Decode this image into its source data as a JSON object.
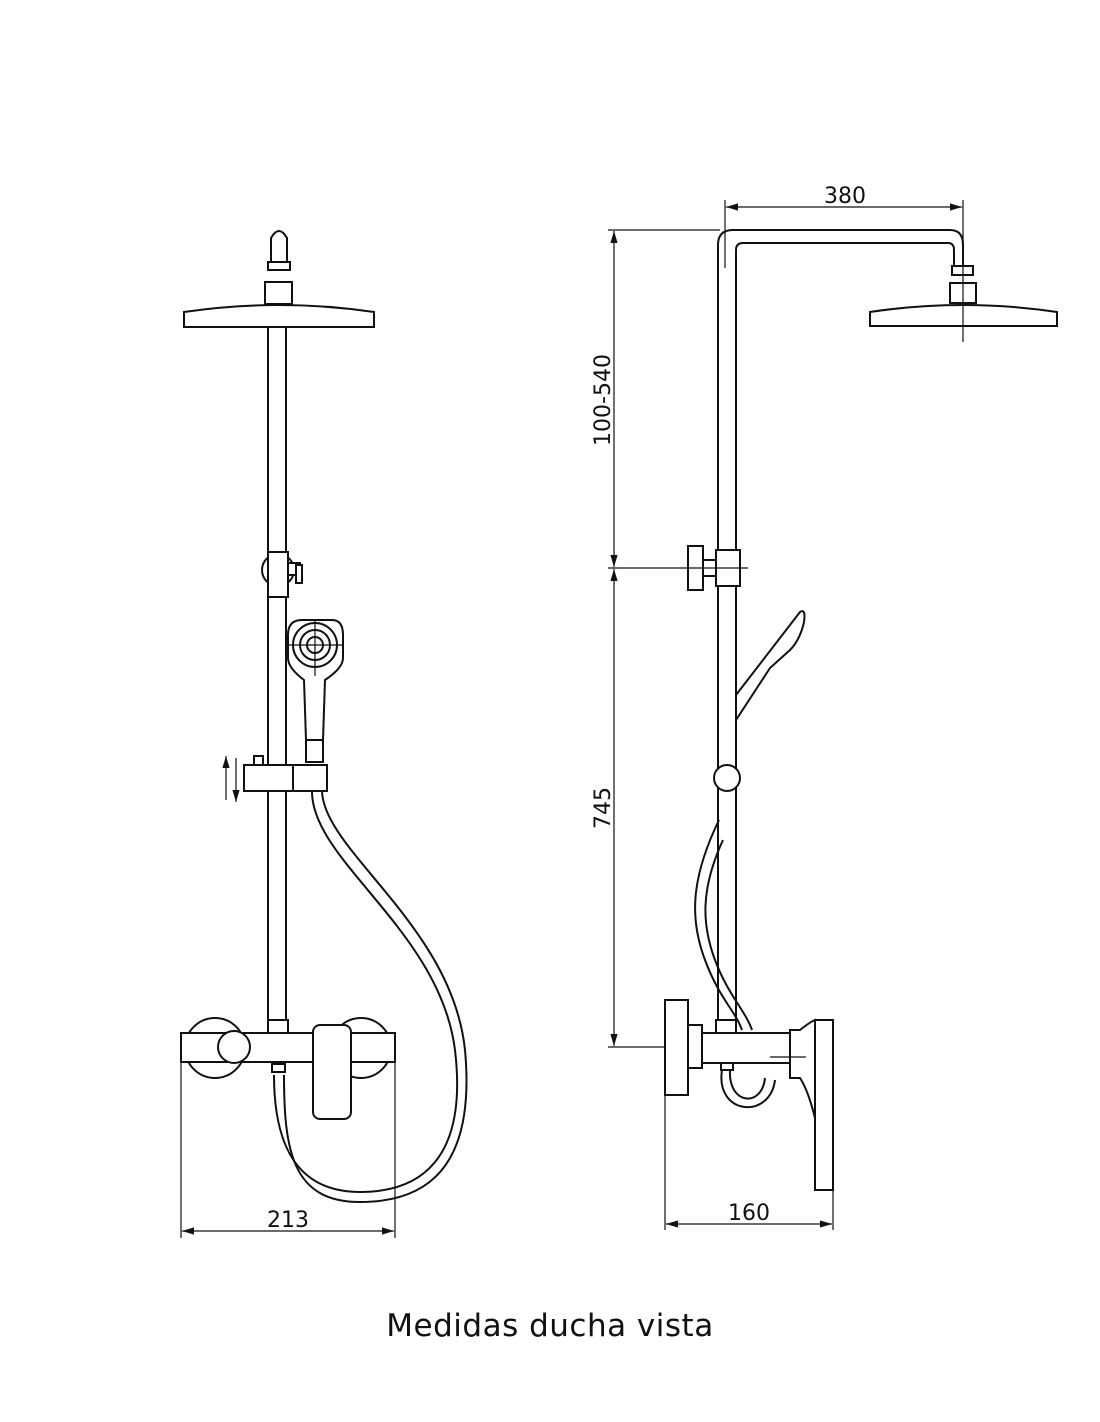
{
  "caption": "Medidas ducha vista",
  "dimensions": {
    "front_width": "213",
    "arm_length": "380",
    "height_adjust": "100-540",
    "mixer_to_joint": "745",
    "depth": "160"
  }
}
